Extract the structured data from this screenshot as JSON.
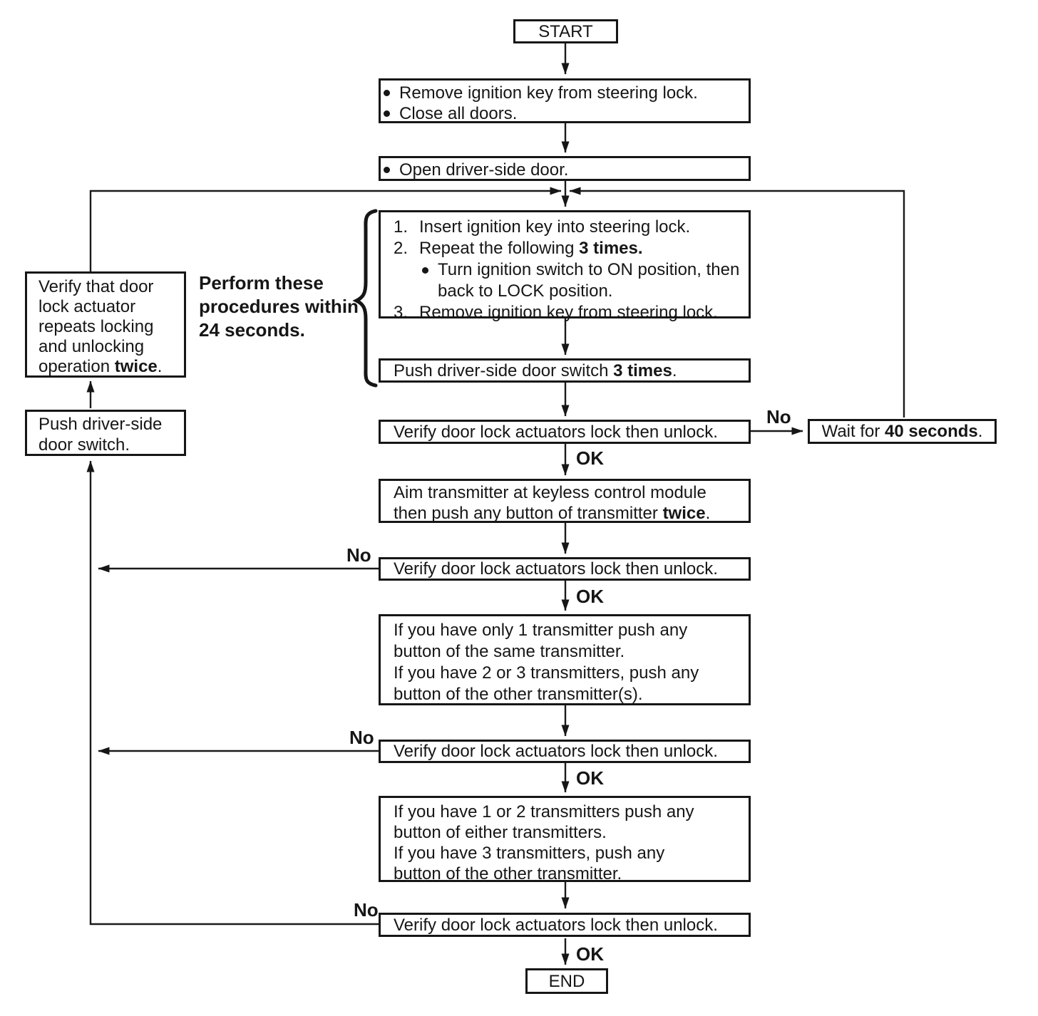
{
  "labels": {
    "no": "No",
    "ok": "OK"
  },
  "colors": {
    "ink": "#161616",
    "paper": "#ffffff"
  },
  "note": {
    "lines": [
      "Perform these",
      "procedures within",
      "24 seconds."
    ]
  },
  "nodes": {
    "start": {
      "text": "START"
    },
    "prep": {
      "bullets": [
        "Remove ignition key from steering lock.",
        "Close all doors."
      ]
    },
    "open_door": {
      "bullets": [
        "Open driver-side door."
      ]
    },
    "key_cycle": {
      "n1": "1.",
      "t1": "Insert ignition key into steering lock.",
      "n2": "2.",
      "t2": "Repeat the following ",
      "t2b": "3 times.",
      "sub1": "Turn ignition switch to ON position, then",
      "sub2": "back to LOCK position.",
      "n3": "3.",
      "t3": "Remove ignition key from steering lock."
    },
    "push_3": {
      "t": "Push driver-side door switch ",
      "b": "3 times",
      "s": "."
    },
    "verify1": {
      "text": "Verify door lock actuators lock then unlock."
    },
    "wait_40": {
      "t": "Wait for ",
      "b": "40 seconds",
      "s": "."
    },
    "aim": {
      "l1": "Aim transmitter at keyless control module",
      "l2": "then push any button of transmitter ",
      "l2b": "twice",
      "l2s": "."
    },
    "verify2": {
      "text": "Verify door lock actuators lock then unlock."
    },
    "one_tx": {
      "lines": [
        "If you have only 1 transmitter push any",
        "button of the same transmitter.",
        "If you have 2 or 3 transmitters, push any",
        "button of the other transmitter(s)."
      ]
    },
    "verify3": {
      "text": "Verify door lock actuators lock then unlock."
    },
    "multi_tx": {
      "lines": [
        "If you have 1 or 2 transmitters push any",
        "button of either transmitters.",
        "If you have 3 transmitters, push any",
        "button of the other transmitter."
      ]
    },
    "verify4": {
      "text": "Verify door lock actuators lock then unlock."
    },
    "end": {
      "text": "END"
    },
    "verify_actuator": {
      "lines": [
        "Verify that door",
        "lock actuator",
        "repeats locking",
        "and unlocking"
      ],
      "last": "operation ",
      "lastb": "twice",
      "lasts": "."
    },
    "push_switch": {
      "lines": [
        "Push driver-side",
        "door switch."
      ]
    }
  }
}
